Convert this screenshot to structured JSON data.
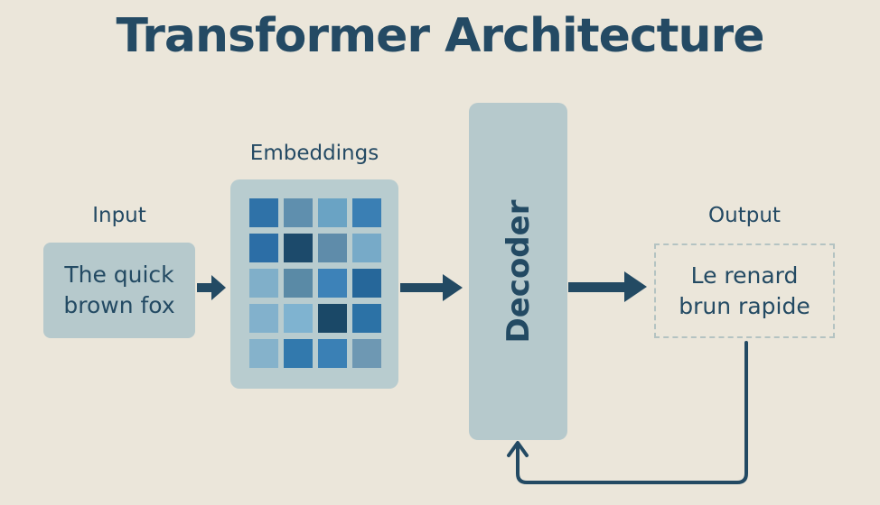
{
  "title": "Transformer Architecture",
  "input": {
    "label": "Input",
    "text": "The quick brown fox"
  },
  "embeddings": {
    "label": "Embeddings",
    "colors": [
      [
        "#2f72a8",
        "#5f8fae",
        "#6aa3c4",
        "#3a7fb4"
      ],
      [
        "#2c6ea6",
        "#1c4a6b",
        "#5f8caa",
        "#77aac8"
      ],
      [
        "#80afc9",
        "#5a8aa6",
        "#3d82b8",
        "#26679a"
      ],
      [
        "#82b1cc",
        "#7fb3d0",
        "#1a4867",
        "#2c72a6"
      ],
      [
        "#85b2cb",
        "#3279ad",
        "#3a80b5",
        "#6e98b3"
      ]
    ]
  },
  "decoder": {
    "label": "Decoder"
  },
  "output": {
    "label": "Output",
    "text": "Le renard brun rapide"
  },
  "colors": {
    "arrow": "#234a63",
    "background": "#ebe6da",
    "box": "#b6c9cc"
  }
}
